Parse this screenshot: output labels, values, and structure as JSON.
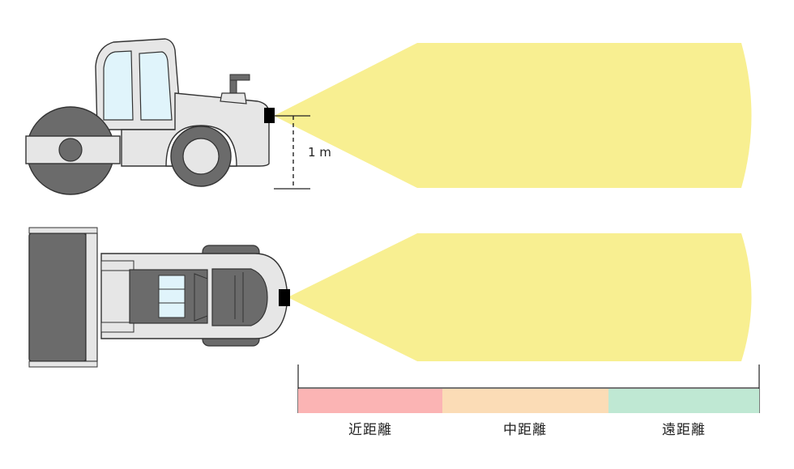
{
  "diagram": {
    "height_label": "1 m",
    "zones": [
      {
        "label": "近距離",
        "color": "#fbb4b4"
      },
      {
        "label": "中距離",
        "color": "#fbdcb6"
      },
      {
        "label": "遠距離",
        "color": "#bfe8d3"
      }
    ],
    "colors": {
      "beam": "#f8ef91",
      "body": "#e6e6e6",
      "dark": "#6b6b6b",
      "window": "#e0f4fb",
      "sensor": "#000000"
    }
  }
}
